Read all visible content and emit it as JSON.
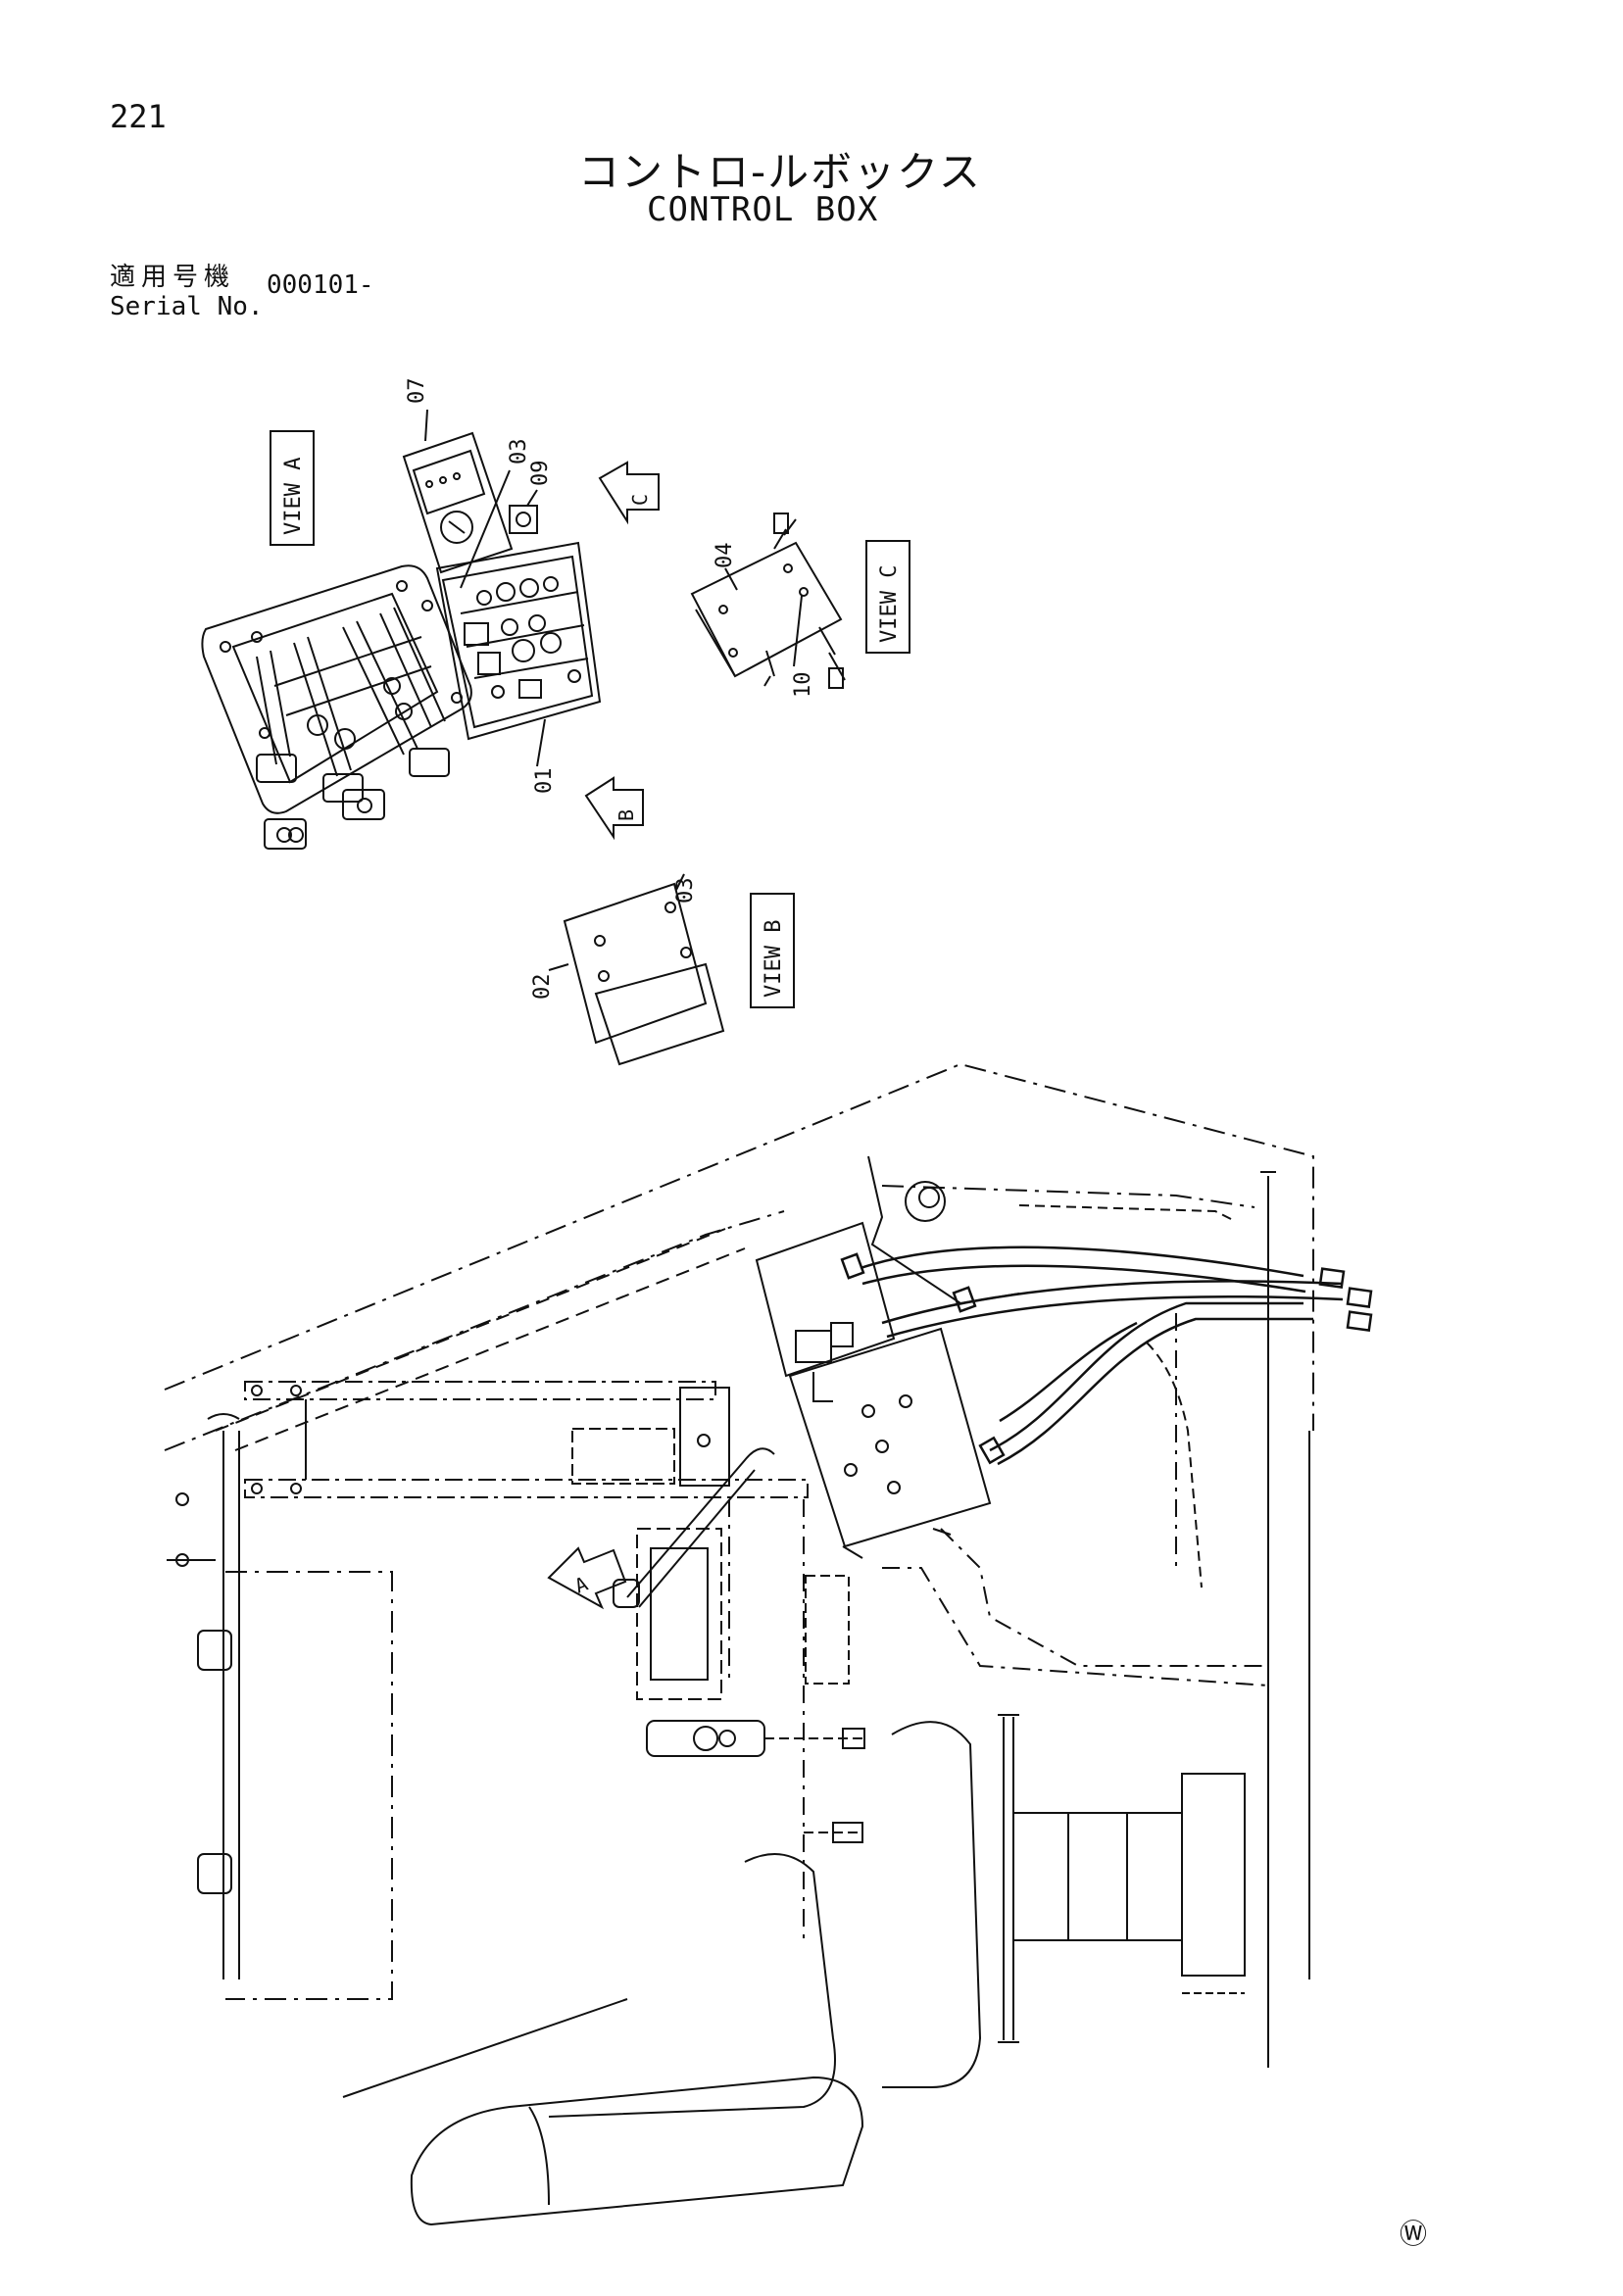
{
  "header": {
    "page_number": "221",
    "title_jp": "コントロ-ルボックス",
    "title_en": "CONTROL BOX"
  },
  "serial": {
    "label_jp": "適用号機",
    "label_en": "Serial No.",
    "value": "000101-"
  },
  "views": {
    "view_a": "VIEW A",
    "view_b": "VIEW B",
    "view_c": "VIEW C",
    "arrow_a": "A",
    "arrow_b": "B",
    "arrow_c": "C"
  },
  "parts": {
    "p01": "01",
    "p02": "02",
    "p03": "03",
    "p04": "04",
    "p07": "07",
    "p09": "09",
    "p10": "10"
  },
  "footer": {
    "mark": "Ⓦ"
  }
}
